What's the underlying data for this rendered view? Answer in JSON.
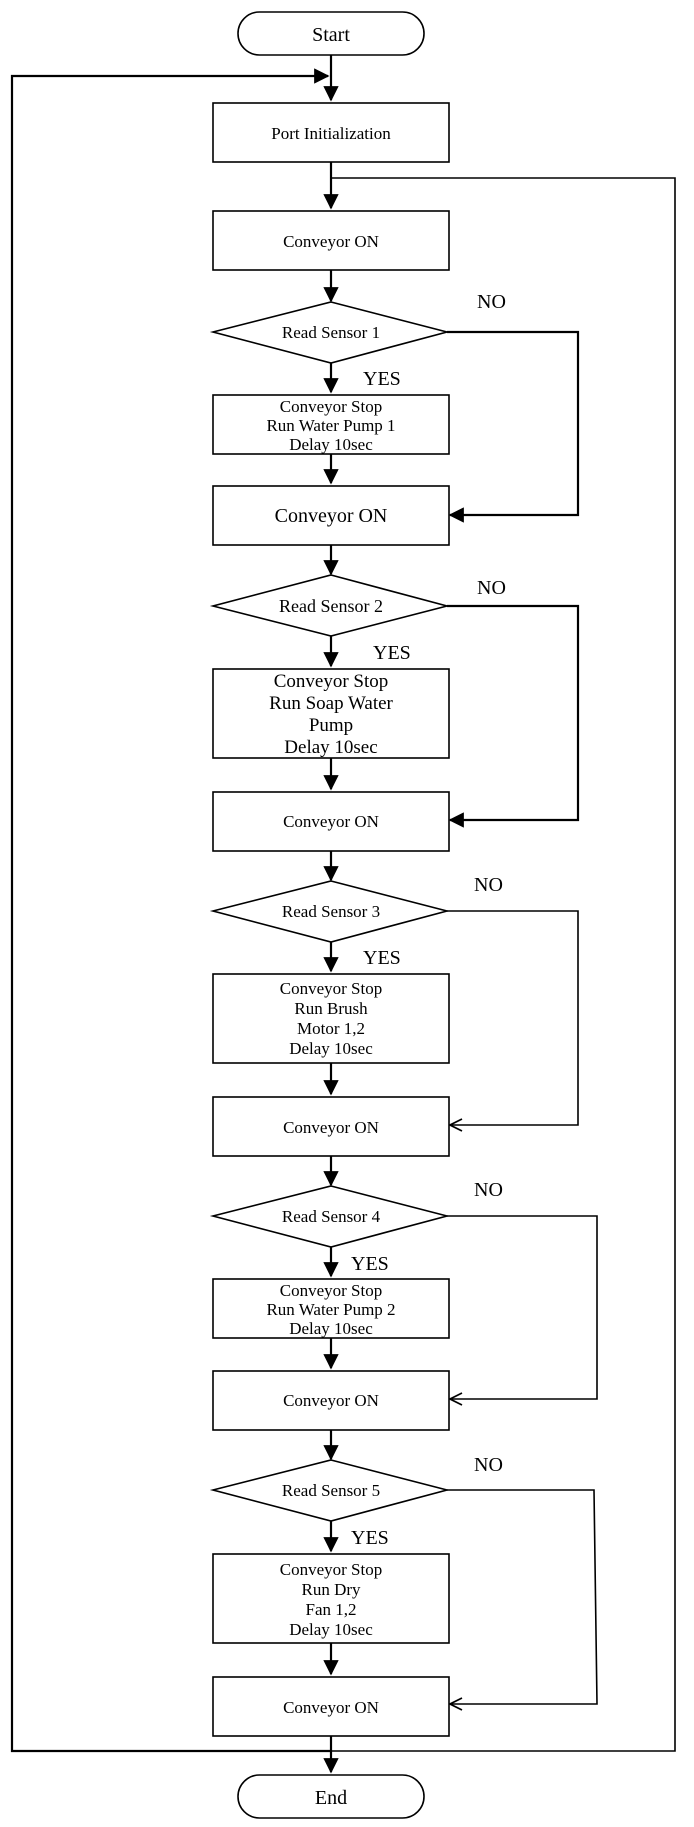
{
  "nodes": {
    "start": "Start",
    "port_init": "Port Initialization",
    "conv_on_1": "Conveyor ON",
    "sensor_1": "Read Sensor 1",
    "action_1": [
      "Conveyor Stop",
      "Run Water Pump 1",
      "Delay 10sec"
    ],
    "conv_on_2": "Conveyor ON",
    "sensor_2": "Read Sensor 2",
    "action_2": [
      "Conveyor Stop",
      "Run Soap Water",
      "Pump",
      "Delay 10sec"
    ],
    "conv_on_3": "Conveyor ON",
    "sensor_3": "Read Sensor 3",
    "action_3": [
      "Conveyor Stop",
      "Run Brush",
      "Motor 1,2",
      "Delay 10sec"
    ],
    "conv_on_4": "Conveyor ON",
    "sensor_4": "Read Sensor 4",
    "action_4": [
      "Conveyor Stop",
      "Run Water Pump 2",
      "Delay 10sec"
    ],
    "conv_on_5": "Conveyor ON",
    "sensor_5": "Read Sensor 5",
    "action_5": [
      "Conveyor Stop",
      "Run Dry",
      "Fan 1,2",
      "Delay 10sec"
    ],
    "conv_on_6": "Conveyor ON",
    "end": "End"
  },
  "labels": {
    "yes": "YES",
    "no": "NO"
  }
}
